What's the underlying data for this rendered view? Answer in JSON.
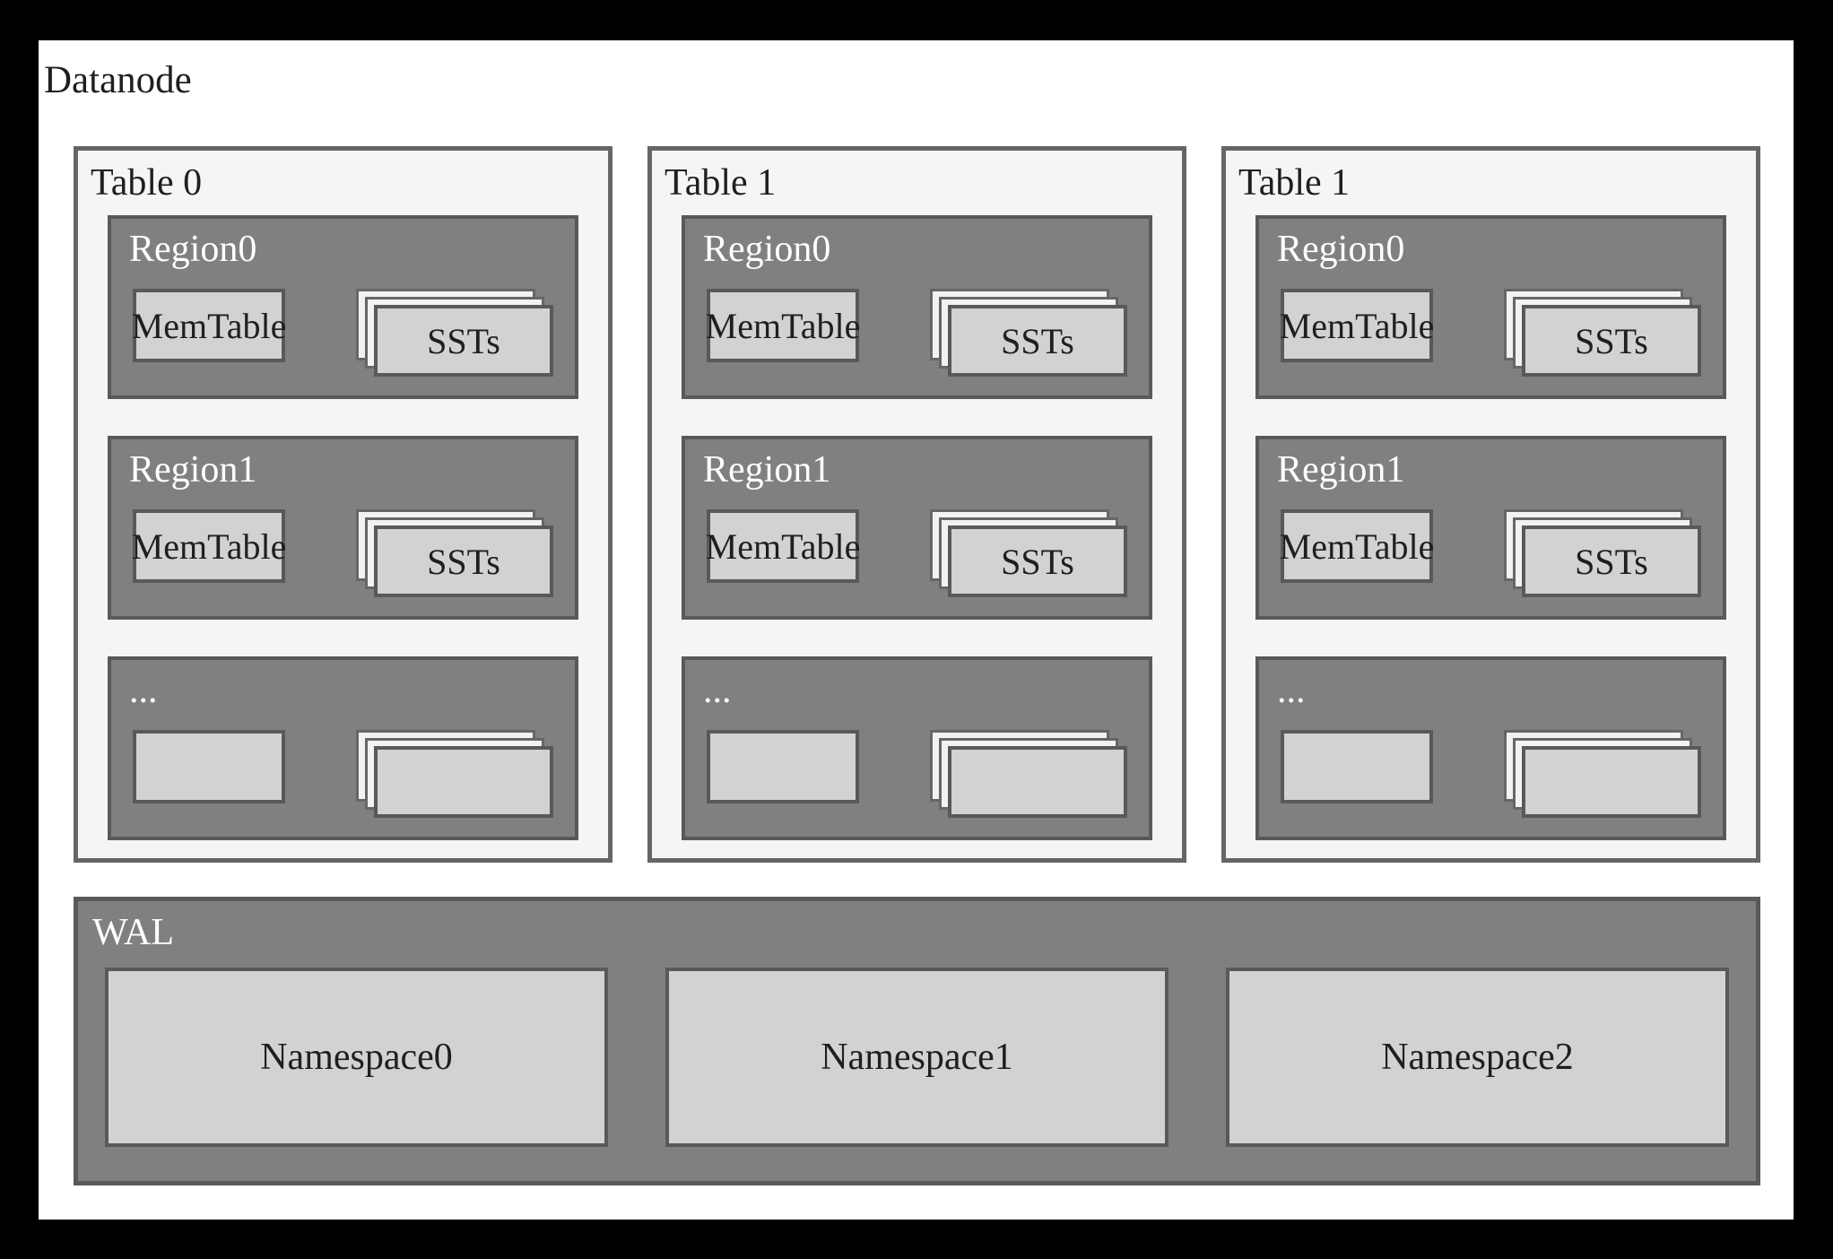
{
  "title": "Datanode",
  "colors": {
    "frame": "#000000",
    "canvas": "#ffffff",
    "table_fill": "#f5f5f5",
    "table_border": "#666666",
    "region_fill": "#808080",
    "inner_border": "#595959",
    "box_fill": "#d2d2d2",
    "stack_back_fill": "#f2f2f2",
    "ink": "#1f1f1f",
    "label_light": "#ffffff"
  },
  "tables": [
    {
      "label": "Table 0",
      "regions": [
        {
          "label": "Region0",
          "memtable": "MemTable",
          "ssts": "SSTs"
        },
        {
          "label": "Region1",
          "memtable": "MemTable",
          "ssts": "SSTs"
        },
        {
          "label": "...",
          "memtable": "",
          "ssts": ""
        }
      ]
    },
    {
      "label": "Table 1",
      "regions": [
        {
          "label": "Region0",
          "memtable": "MemTable",
          "ssts": "SSTs"
        },
        {
          "label": "Region1",
          "memtable": "MemTable",
          "ssts": "SSTs"
        },
        {
          "label": "...",
          "memtable": "",
          "ssts": ""
        }
      ]
    },
    {
      "label": "Table 1",
      "regions": [
        {
          "label": "Region0",
          "memtable": "MemTable",
          "ssts": "SSTs"
        },
        {
          "label": "Region1",
          "memtable": "MemTable",
          "ssts": "SSTs"
        },
        {
          "label": "...",
          "memtable": "",
          "ssts": ""
        }
      ]
    }
  ],
  "wal": {
    "label": "WAL",
    "namespaces": [
      "Namespace0",
      "Namespace1",
      "Namespace2"
    ]
  }
}
